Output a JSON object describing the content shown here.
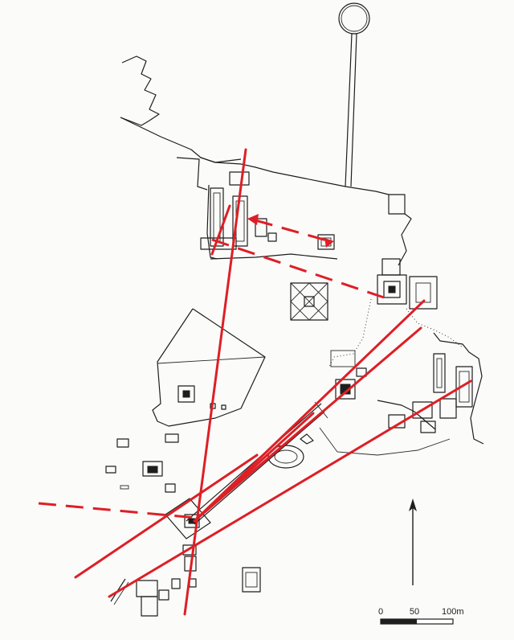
{
  "scale_bar": {
    "label_0": "0",
    "label_50": "50",
    "label_100": "100m"
  },
  "colors": {
    "alignment_lines": "#dd1f26",
    "plan_ink": "#1e1e1e",
    "paper": "#fbfbf9"
  },
  "icons": {
    "north_arrow": "north-arrow-icon"
  }
}
